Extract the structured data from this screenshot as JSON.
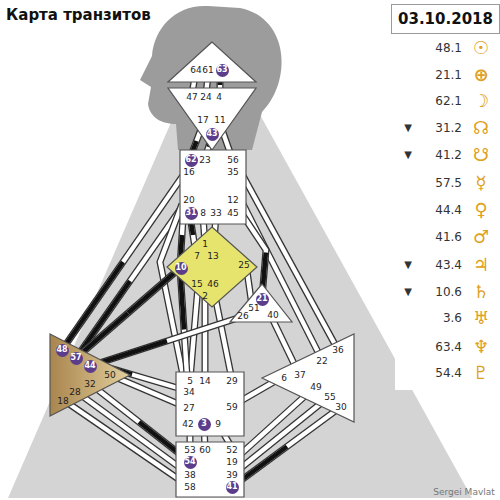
{
  "diagram": {
    "title": "Карта транзитов",
    "nodes": [
      {
        "text": [
          "64",
          "61"
        ]
      },
      {
        "text": [
          "63"
        ],
        "in": 0
      },
      {
        "text": [
          "47",
          "24",
          "4",
          "17",
          "11"
        ]
      },
      {
        "text": [
          "43"
        ],
        "in": 2
      },
      {
        "text": [
          "23",
          "56",
          "16",
          "35",
          "20",
          "12",
          "8",
          "33",
          "45"
        ]
      },
      {
        "text": [
          "62"
        ],
        "in": 4
      },
      {
        "text": [
          "31"
        ],
        "in": 4
      },
      {
        "text": [
          "1",
          "7",
          "13",
          "25",
          "15",
          "46",
          "2"
        ]
      },
      {
        "text": [
          "10"
        ],
        "in": 7
      },
      {
        "text": [
          "51",
          "26",
          "40"
        ]
      },
      {
        "text": [
          "21"
        ],
        "in": 9
      },
      {
        "text": [
          "50",
          "32",
          "28",
          "18"
        ]
      },
      {
        "text": [
          "48"
        ],
        "in": 11
      },
      {
        "text": [
          "57"
        ],
        "in": 11
      },
      {
        "text": [
          "44"
        ],
        "in": 11
      },
      {
        "text": [
          "36",
          "22",
          "6",
          "37",
          "49",
          "55",
          "30"
        ]
      },
      {
        "text": [
          "5",
          "14",
          "29",
          "34",
          "27",
          "59",
          "42",
          "9"
        ]
      },
      {
        "text": [
          "3"
        ],
        "in": 16
      },
      {
        "text": [
          "53",
          "60",
          "52",
          "19",
          "38",
          "39",
          "58"
        ]
      },
      {
        "text": [
          "54"
        ],
        "in": 18
      },
      {
        "text": [
          "41"
        ],
        "in": 18
      },
      {
        "text": [
          "03.10.2018"
        ]
      }
    ],
    "edges": [
      {
        "from": 0,
        "to": 2,
        "arrow": "none"
      },
      {
        "from": 0,
        "to": 2,
        "arrow": "none"
      },
      {
        "from": 0,
        "to": 2,
        "arrow": "none"
      },
      {
        "from": 2,
        "to": 4,
        "arrow": "none"
      },
      {
        "from": 2,
        "to": 4,
        "arrow": "none"
      },
      {
        "from": 2,
        "to": 4,
        "arrow": "none"
      },
      {
        "from": 4,
        "to": 7,
        "arrow": "none"
      },
      {
        "from": 4,
        "to": 7,
        "arrow": "none"
      },
      {
        "from": 4,
        "to": 7,
        "arrow": "none"
      },
      {
        "from": 4,
        "to": 7,
        "arrow": "none"
      },
      {
        "from": 4,
        "to": 11,
        "arrow": "none"
      },
      {
        "from": 4,
        "to": 11,
        "arrow": "none"
      },
      {
        "from": 4,
        "to": 16,
        "arrow": "none"
      },
      {
        "from": 4,
        "to": 15,
        "arrow": "none"
      },
      {
        "from": 4,
        "to": 15,
        "arrow": "none"
      },
      {
        "from": 4,
        "to": 9,
        "arrow": "none"
      },
      {
        "from": 7,
        "to": 16,
        "arrow": "none"
      },
      {
        "from": 7,
        "to": 16,
        "arrow": "none"
      },
      {
        "from": 7,
        "to": 16,
        "arrow": "none"
      },
      {
        "from": 7,
        "to": 11,
        "arrow": "none"
      },
      {
        "from": 7,
        "to": 16,
        "arrow": "none"
      },
      {
        "from": 7,
        "to": 9,
        "arrow": "none"
      },
      {
        "from": 9,
        "to": 11,
        "arrow": "none"
      },
      {
        "from": 9,
        "to": 15,
        "arrow": "none"
      },
      {
        "from": 11,
        "to": 16,
        "arrow": "none"
      },
      {
        "from": 11,
        "to": 16,
        "arrow": "none"
      },
      {
        "from": 11,
        "to": 18,
        "arrow": "none"
      },
      {
        "from": 11,
        "to": 18,
        "arrow": "none"
      },
      {
        "from": 11,
        "to": 18,
        "arrow": "none"
      },
      {
        "from": 16,
        "to": 15,
        "arrow": "none"
      },
      {
        "from": 16,
        "to": 18,
        "arrow": "none"
      },
      {
        "from": 16,
        "to": 18,
        "arrow": "none"
      },
      {
        "from": 16,
        "to": 18,
        "arrow": "none"
      },
      {
        "from": 15,
        "to": 18,
        "arrow": "none"
      },
      {
        "from": 15,
        "to": 18,
        "arrow": "none"
      },
      {
        "from": 15,
        "to": 18,
        "arrow": "none"
      }
    ],
    "labels": [
      "48.1",
      "☉",
      "21.1",
      "⊕",
      "62.1",
      "☽",
      "▼",
      "31.2",
      "☊",
      "▼",
      "41.2",
      "☋",
      "57.5",
      "☿",
      "44.4",
      "♀",
      "41.6",
      "♂",
      "▼",
      "43.4",
      "♃",
      "▼",
      "10.6",
      "♄",
      "3.6",
      "♅",
      "63.4",
      "♆",
      "54.4",
      "♇",
      "Sergei Mavlat"
    ]
  }
}
